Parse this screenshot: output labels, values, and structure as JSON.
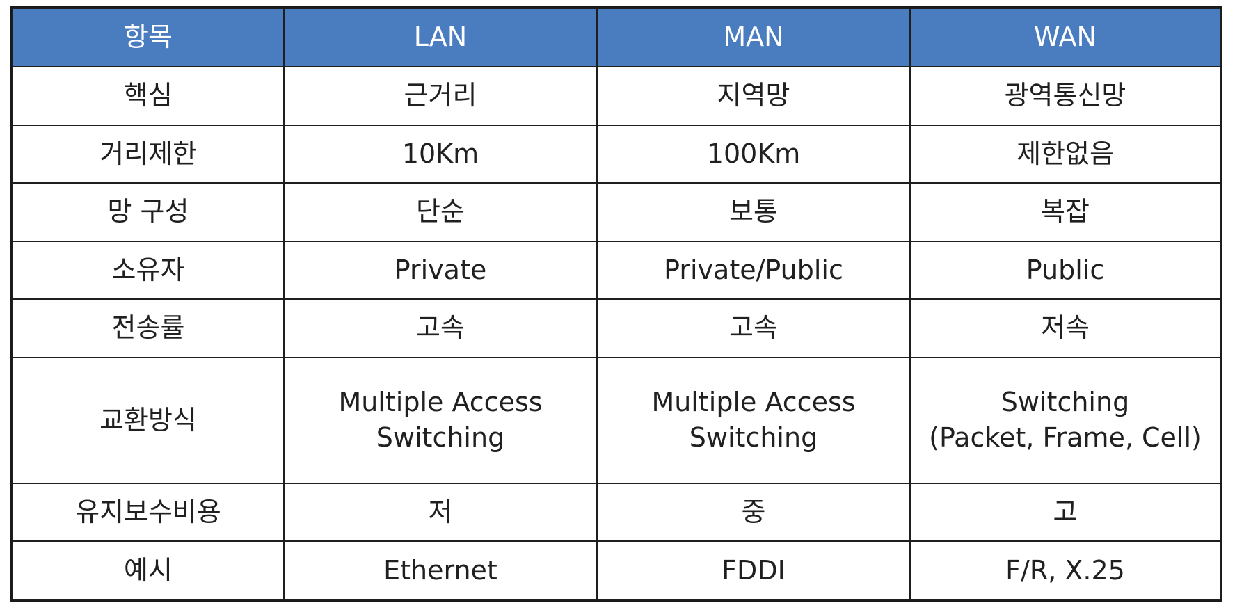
{
  "headers": [
    "항목",
    "LAN",
    "MAN",
    "WAN"
  ],
  "rows": [
    {
      "label": "핵심",
      "lan": "근거리",
      "man": "지역망",
      "wan": "광역통신망"
    },
    {
      "label": "거리제한",
      "lan": "10Km",
      "man": "100Km",
      "wan": "제한없음"
    },
    {
      "label": "망 구성",
      "lan": "단순",
      "man": "보통",
      "wan": "복잡"
    },
    {
      "label": "소유자",
      "lan": "Private",
      "man": "Private/Public",
      "wan": "Public"
    },
    {
      "label": "전송률",
      "lan": "고속",
      "man": "고속",
      "wan": "저속"
    },
    {
      "label": "교환방식",
      "lan": "Multiple Access",
      "lan2": "Switching",
      "man": "Multiple Access",
      "man2": "Switching",
      "wan": "Switching",
      "wan2": "(Packet, Frame, Cell)"
    },
    {
      "label": "유지보수비용",
      "lan": "저",
      "man": "중",
      "wan": "고"
    },
    {
      "label": "예시",
      "lan": "Ethernet",
      "man": "FDDI",
      "wan": "F/R, X.25"
    }
  ],
  "colors": {
    "header_bg": "#4a7cc0",
    "header_text": "#ffffff",
    "border": "#1f1f1f"
  }
}
